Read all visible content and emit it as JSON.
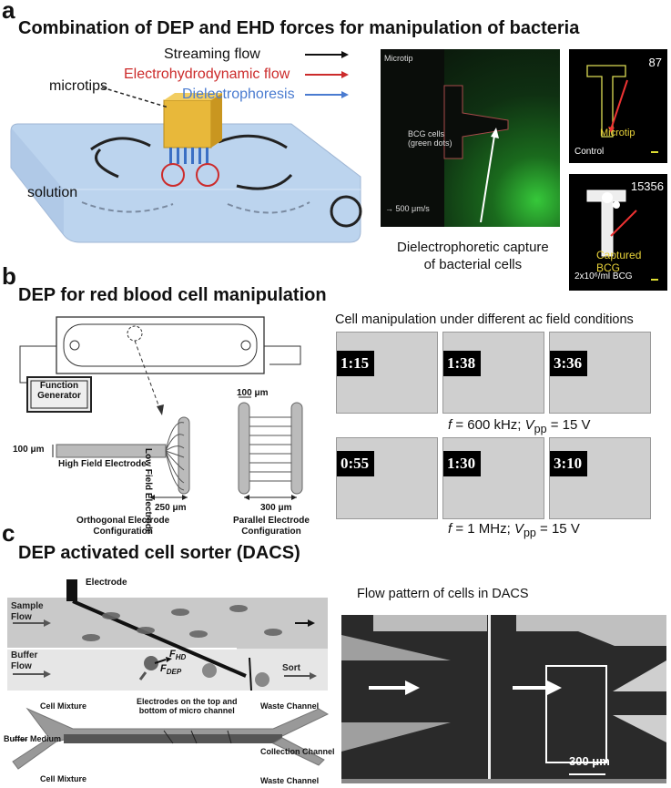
{
  "panel_a": {
    "label": "a",
    "title": "Combination of DEP and EHD forces for manipulation of bacteria",
    "legend": {
      "streaming": "Streaming flow",
      "ehd": "Electrohydrodynamic flow",
      "dep": "Dielectrophoresis"
    },
    "microtips_label": "microtips",
    "solution_label": "solution",
    "colors": {
      "streaming": "#111111",
      "ehd": "#cc2b2b",
      "dep": "#4a7bd0",
      "tip": "#e8b83a",
      "fluid": "#bcd4ee"
    },
    "micrograph": {
      "microtip": "Microtip",
      "bcg": "BCG cells\n(green dots)",
      "scale": "→ 500 μm/s"
    },
    "caption": "Dielectrophoretic capture\nof bacterial cells",
    "control": {
      "count": "87",
      "microtip": "Microtip",
      "label": "Control"
    },
    "captured": {
      "count": "15356",
      "captured": "Captured BCG",
      "conc": "2x10⁶/ml BCG"
    }
  },
  "panel_b": {
    "label": "b",
    "title": "DEP for red blood cell manipulation",
    "function_generator": "Function\nGenerator",
    "hfe_dim": "100 μm",
    "high_field": "High Field Electrode",
    "low_field": "Low Field Electrode",
    "orth_dim": "250 μm",
    "orth_label": "Orthogonal Electrode\nConfiguration",
    "par_top_dim": "100 μm",
    "par_bot_dim": "300 μm",
    "par_label": "Parallel Electrode\nConfiguration",
    "cell_title": "Cell manipulation under different ac field conditions",
    "row1_times": [
      "1:15",
      "1:38",
      "3:36"
    ],
    "row1_caption_f": "f",
    "row1_caption_rest": " = 600 kHz; ",
    "row2_times": [
      "0:55",
      "1:30",
      "3:10"
    ],
    "row2_caption_rest": " = 1 MHz; ",
    "vpp": "V",
    "vpp_sub": "pp",
    "vpp_val": " = 15 V"
  },
  "panel_c": {
    "label": "c",
    "title": "DEP activated cell sorter (DACS)",
    "electrode": "Electrode",
    "sample_flow": "Sample\nFlow",
    "buffer_flow": "Buffer\nFlow",
    "fhd": "F",
    "fhd_sub": "HD",
    "fdep": "F",
    "fdep_sub": "DEP",
    "sort": "Sort",
    "cell_mixture_top": "Cell Mixture",
    "cell_mixture_bottom": "Cell Mixture",
    "electrodes_note": "Electrodes on the top and\nbottom of micro channel",
    "waste_top": "Waste Channel",
    "collection": "Collection Channel",
    "waste_bottom": "Waste Channel",
    "buffer_medium": "Buffer Medium",
    "flow_title": "Flow pattern of cells in DACS",
    "scale": "300 μm"
  }
}
